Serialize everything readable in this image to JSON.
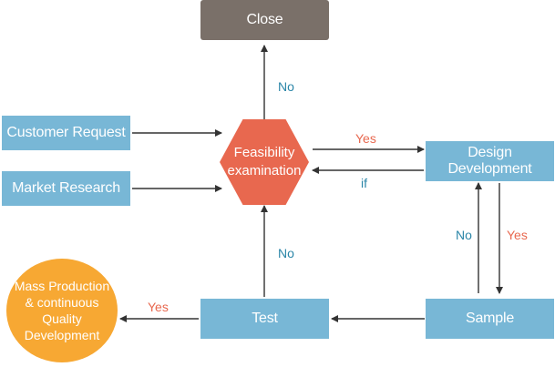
{
  "nodes": {
    "close": "Close",
    "feasibility": "Feasibility examination",
    "customer_request": "Customer Request",
    "market_research": "Market Research",
    "design_development": "Design Development",
    "test": "Test",
    "sample": "Sample",
    "mass_production": "Mass Production & continuous Quality Development"
  },
  "edge_labels": {
    "feasibility_to_close": "No",
    "feasibility_to_design": "Yes",
    "design_to_feasibility": "if",
    "sample_to_design": "No",
    "design_to_sample": "Yes",
    "test_to_feasibility": "No",
    "test_to_mass": "Yes"
  },
  "colors": {
    "process_box": "#78b7d6",
    "close_box": "#7a7069",
    "decision": "#e8684f",
    "terminal": "#f7a833",
    "yes_label": "#e8684f",
    "no_label": "#2b86a8",
    "arrow": "#333333"
  }
}
